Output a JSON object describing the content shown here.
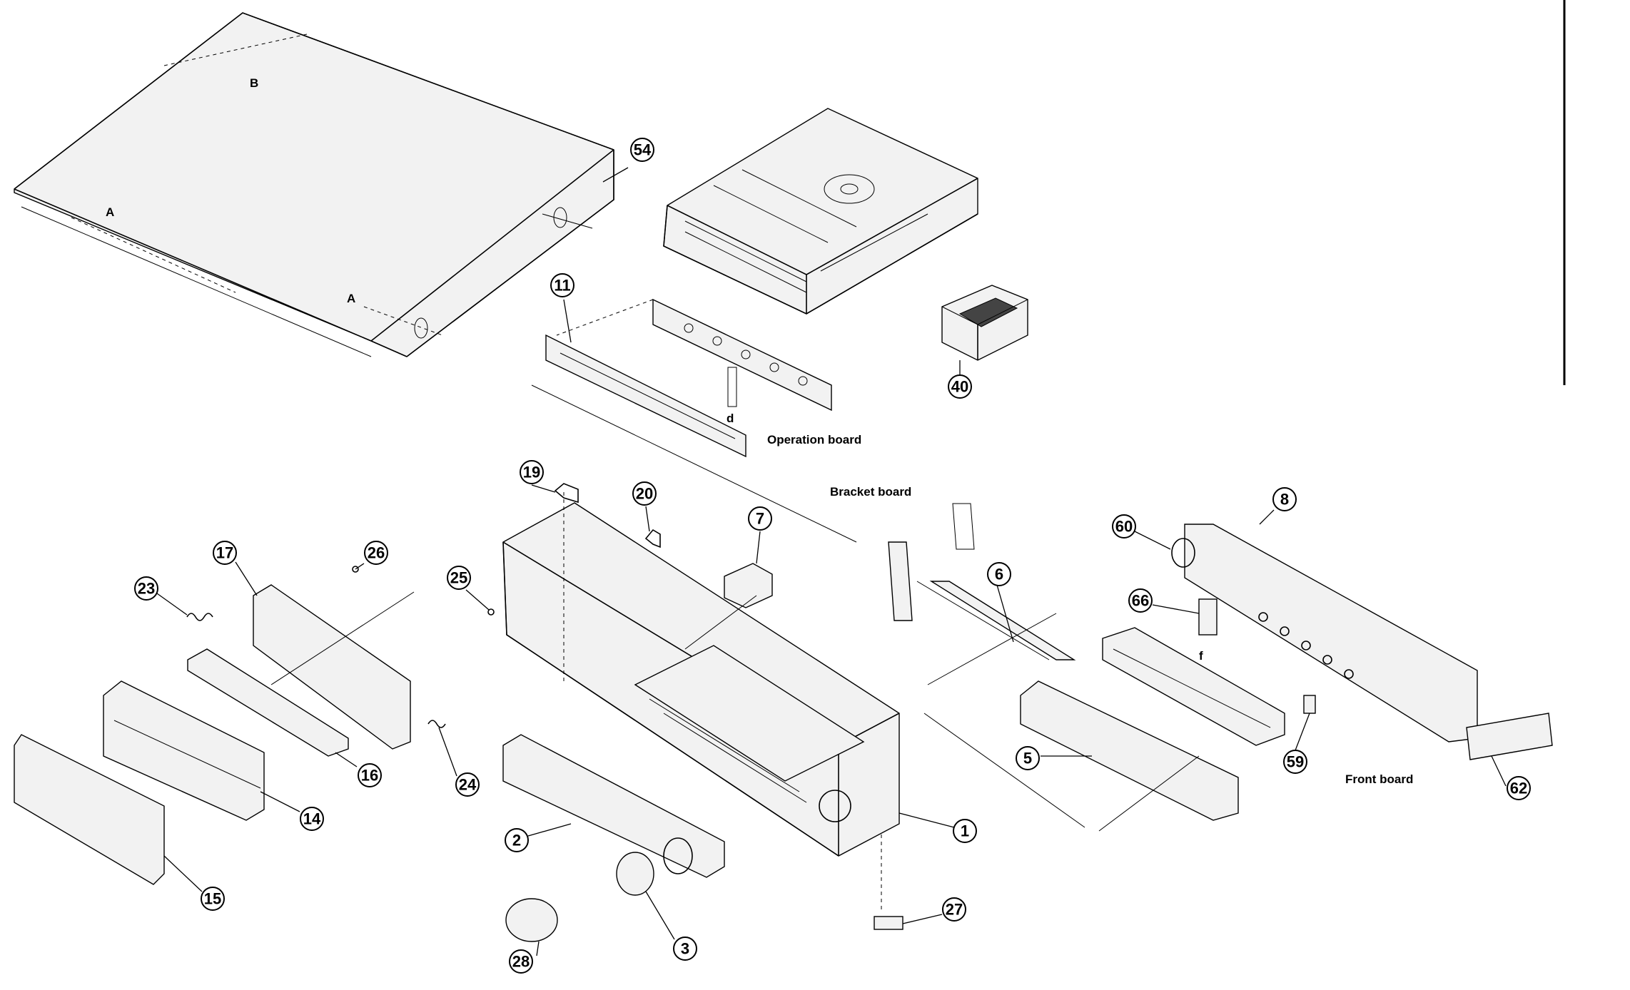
{
  "diagram": {
    "callouts": [
      "54",
      "11",
      "40",
      "19",
      "20",
      "7",
      "25",
      "26",
      "17",
      "23",
      "16",
      "14",
      "15",
      "24",
      "2",
      "3",
      "28",
      "27",
      "1",
      "6",
      "5",
      "59",
      "8",
      "60",
      "66",
      "62"
    ],
    "labels": {
      "operation_board": "Operation board",
      "bracket_board": "Bracket board",
      "front_board": "Front board"
    },
    "reference_letters": {
      "b": "B",
      "a1": "A",
      "a2": "A",
      "d": "d",
      "f": "f"
    }
  }
}
